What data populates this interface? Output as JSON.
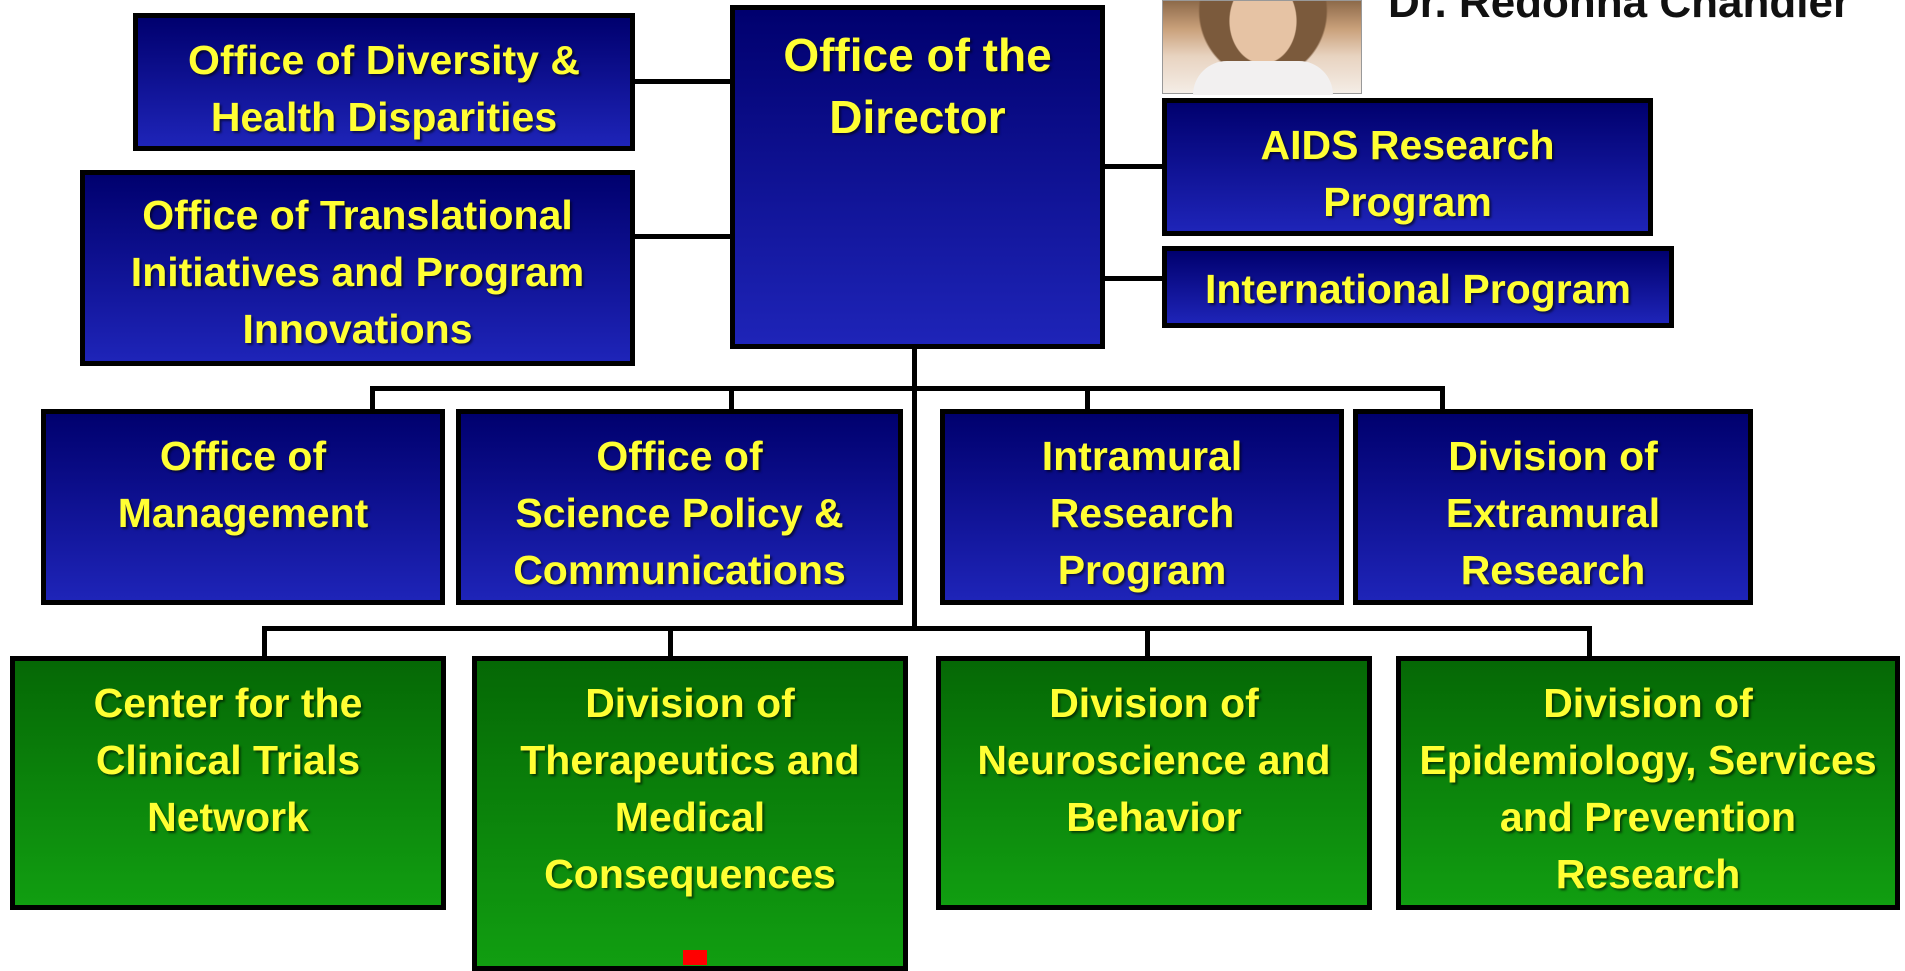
{
  "director_name": "Dr. Redonna Chandler",
  "photo_icon": "director-portrait",
  "colors": {
    "top_tier": "#00006e",
    "bottom_tier": "#119e11",
    "text": "#ffff33",
    "marker": "#ff0000"
  },
  "director": {
    "lines": [
      "Office of the",
      "Director"
    ]
  },
  "left_offices": [
    {
      "lines": [
        "Office of Diversity &",
        "Health Disparities"
      ]
    },
    {
      "lines": [
        "Office of Translational",
        "Initiatives and Program",
        "Innovations"
      ]
    }
  ],
  "right_offices": [
    {
      "lines": [
        "AIDS Research",
        "Program"
      ]
    },
    {
      "lines": [
        "International Program"
      ]
    }
  ],
  "middle_row": [
    {
      "lines": [
        "Office of",
        "Management"
      ]
    },
    {
      "lines": [
        "Office of",
        "Science Policy &",
        "Communications"
      ]
    },
    {
      "lines": [
        "Intramural",
        "Research",
        "Program"
      ]
    },
    {
      "lines": [
        "Division of",
        "Extramural",
        "Research"
      ]
    }
  ],
  "bottom_row": [
    {
      "lines": [
        "Center for the",
        "Clinical Trials",
        "Network"
      ]
    },
    {
      "lines": [
        "Division of",
        "Therapeutics and",
        "Medical",
        "Consequences"
      ]
    },
    {
      "lines": [
        "Division of",
        "Neuroscience and",
        "Behavior"
      ]
    },
    {
      "lines": [
        "Division of",
        "Epidemiology, Services",
        "and Prevention",
        "Research"
      ]
    }
  ]
}
